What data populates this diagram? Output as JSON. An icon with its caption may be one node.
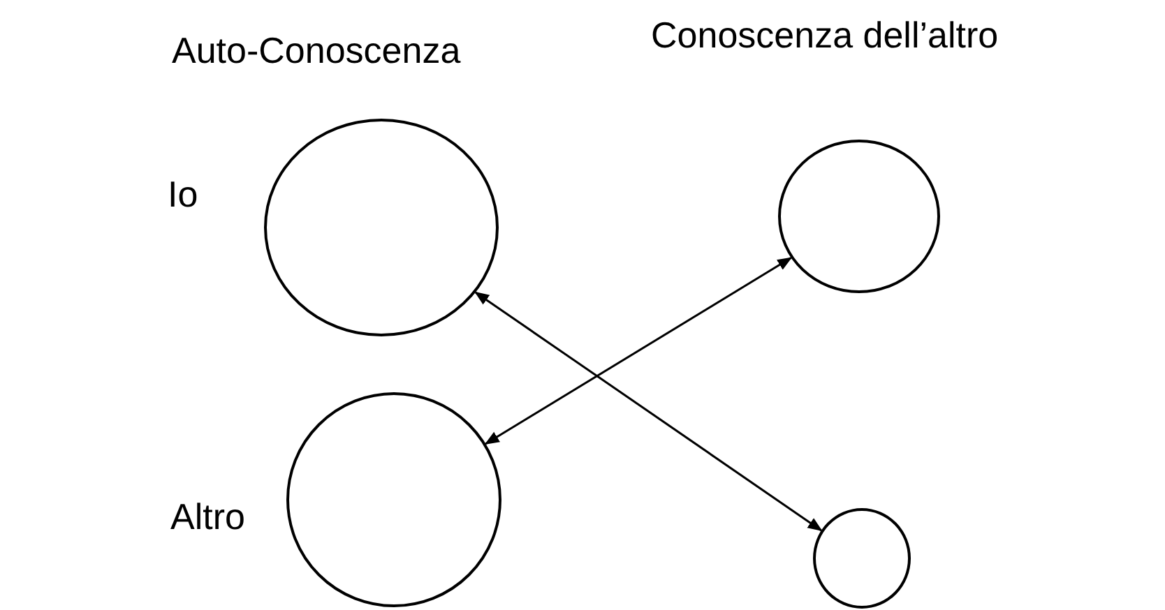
{
  "diagram": {
    "nodes": [
      {
        "text": [],
        "shape": "circle"
      },
      {
        "text": [],
        "shape": "circle"
      },
      {
        "text": [],
        "shape": "circle"
      },
      {
        "text": [],
        "shape": "circle"
      }
    ],
    "edges": [
      {
        "from": 0,
        "to": 3,
        "arrow": "both"
      },
      {
        "from": 2,
        "to": 1,
        "arrow": "both"
      }
    ],
    "labels": [
      "Auto-Conoscenza",
      "Conoscenza dell’altro",
      "Io",
      "Altro"
    ]
  }
}
